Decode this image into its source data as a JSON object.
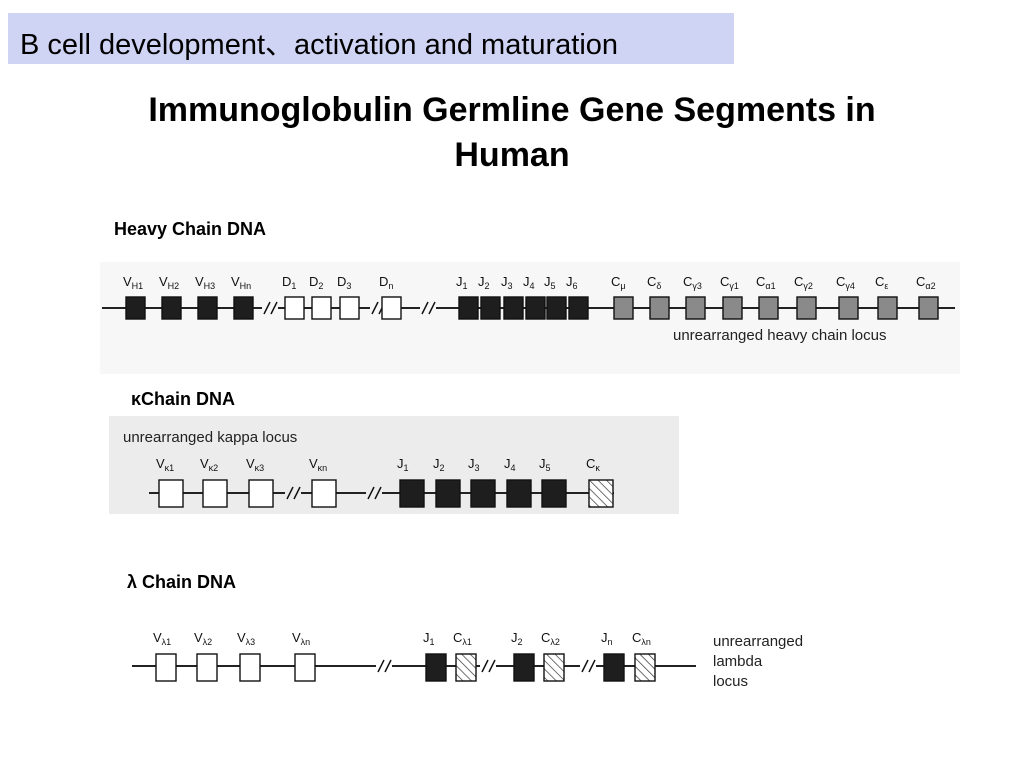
{
  "slide": {
    "header": "B cell development、activation and maturation",
    "title_line1": "Immunoglobulin Germline Gene Segments in",
    "title_line2": "Human"
  },
  "heavy": {
    "label": "Heavy Chain DNA",
    "locus_label": "unrearranged heavy chain locus",
    "segments": [
      {
        "label": "V",
        "sub": "H1",
        "fill": "dark"
      },
      {
        "label": "V",
        "sub": "H2",
        "fill": "dark"
      },
      {
        "label": "V",
        "sub": "H3",
        "fill": "dark"
      },
      {
        "label": "V",
        "sub": "Hn",
        "fill": "dark"
      },
      {
        "label": "D",
        "sub": "1",
        "fill": "white"
      },
      {
        "label": "D",
        "sub": "2",
        "fill": "white"
      },
      {
        "label": "D",
        "sub": "3",
        "fill": "white"
      },
      {
        "label": "D",
        "sub": "n",
        "fill": "white"
      },
      {
        "label": "J",
        "sub": "1",
        "fill": "dark"
      },
      {
        "label": "J",
        "sub": "2",
        "fill": "dark"
      },
      {
        "label": "J",
        "sub": "3",
        "fill": "dark"
      },
      {
        "label": "J",
        "sub": "4",
        "fill": "dark"
      },
      {
        "label": "J",
        "sub": "5",
        "fill": "dark"
      },
      {
        "label": "J",
        "sub": "6",
        "fill": "dark"
      },
      {
        "label": "C",
        "sub": "μ",
        "fill": "gray"
      },
      {
        "label": "C",
        "sub": "δ",
        "fill": "gray"
      },
      {
        "label": "C",
        "sub": "γ3",
        "fill": "gray"
      },
      {
        "label": "C",
        "sub": "γ1",
        "fill": "gray"
      },
      {
        "label": "C",
        "sub": "α1",
        "fill": "gray"
      },
      {
        "label": "C",
        "sub": "γ2",
        "fill": "gray"
      },
      {
        "label": "C",
        "sub": "γ4",
        "fill": "gray"
      },
      {
        "label": "C",
        "sub": "ε",
        "fill": "gray"
      },
      {
        "label": "C",
        "sub": "α2",
        "fill": "gray"
      }
    ]
  },
  "kappa": {
    "label_symbol": "κ",
    "label": "Chain DNA",
    "locus_label": "unrearranged kappa locus",
    "segments": [
      {
        "label": "V",
        "sub": "κ1",
        "fill": "white"
      },
      {
        "label": "V",
        "sub": "κ2",
        "fill": "white"
      },
      {
        "label": "V",
        "sub": "κ3",
        "fill": "white"
      },
      {
        "label": "V",
        "sub": "κn",
        "fill": "white"
      },
      {
        "label": "J",
        "sub": "1",
        "fill": "dark"
      },
      {
        "label": "J",
        "sub": "2",
        "fill": "dark"
      },
      {
        "label": "J",
        "sub": "3",
        "fill": "dark"
      },
      {
        "label": "J",
        "sub": "4",
        "fill": "dark"
      },
      {
        "label": "J",
        "sub": "5",
        "fill": "dark"
      },
      {
        "label": "C",
        "sub": "κ",
        "fill": "hatched"
      }
    ]
  },
  "lambda": {
    "label_symbol": "λ",
    "label": "Chain DNA",
    "locus_label_lines": [
      "unrearranged",
      "lambda",
      "locus"
    ],
    "segments": [
      {
        "label": "V",
        "sub": "λ1",
        "fill": "white"
      },
      {
        "label": "V",
        "sub": "λ2",
        "fill": "white"
      },
      {
        "label": "V",
        "sub": "λ3",
        "fill": "white"
      },
      {
        "label": "V",
        "sub": "λn",
        "fill": "white"
      },
      {
        "label": "J",
        "sub": "1",
        "fill": "dark"
      },
      {
        "label": "C",
        "sub": "λ1",
        "fill": "hatched"
      },
      {
        "label": "J",
        "sub": "2",
        "fill": "dark"
      },
      {
        "label": "C",
        "sub": "λ2",
        "fill": "hatched"
      },
      {
        "label": "J",
        "sub": "n",
        "fill": "dark"
      },
      {
        "label": "C",
        "sub": "λn",
        "fill": "hatched"
      }
    ]
  },
  "colors": {
    "header_bg": "#cfd3f4",
    "dark_segment": "#1e1e1e",
    "gray_segment": "#8a8a8a",
    "white_segment": "#ffffff",
    "kappa_panel_bg": "#ececec"
  }
}
